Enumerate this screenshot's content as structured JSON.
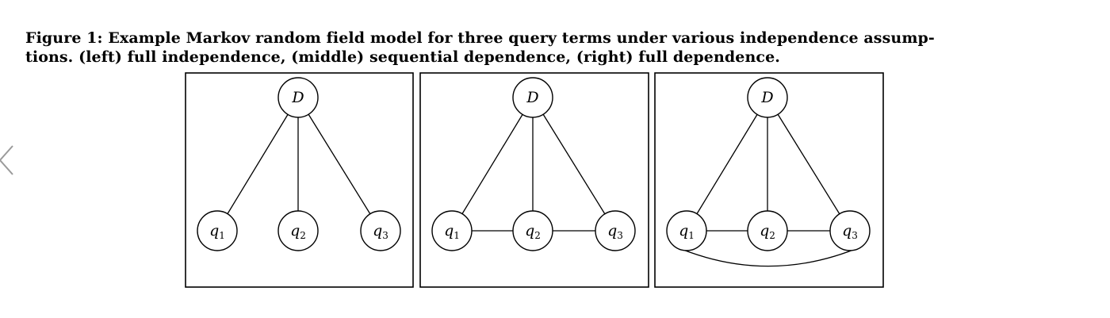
{
  "figure": {
    "caption_line1": "Figure 1: Example Markov random field model for three query terms under various independence assump-",
    "caption_line2": "tions. (left) full independence, (middle) sequential dependence, (right) full dependence."
  },
  "nodes": {
    "d": "D",
    "q1": {
      "base": "q",
      "sub": "1"
    },
    "q2": {
      "base": "q",
      "sub": "2"
    },
    "q3": {
      "base": "q",
      "sub": "3"
    }
  },
  "panels": [
    {
      "id": "full-independence",
      "edges": [
        [
          "D",
          "q1"
        ],
        [
          "D",
          "q2"
        ],
        [
          "D",
          "q3"
        ]
      ]
    },
    {
      "id": "sequential-dependence",
      "edges": [
        [
          "D",
          "q1"
        ],
        [
          "D",
          "q2"
        ],
        [
          "D",
          "q3"
        ],
        [
          "q1",
          "q2"
        ],
        [
          "q2",
          "q3"
        ]
      ]
    },
    {
      "id": "full-dependence",
      "edges": [
        [
          "D",
          "q1"
        ],
        [
          "D",
          "q2"
        ],
        [
          "D",
          "q3"
        ],
        [
          "q1",
          "q2"
        ],
        [
          "q2",
          "q3"
        ],
        [
          "q1",
          "q3"
        ]
      ]
    }
  ],
  "colors": {
    "stroke": "#000000",
    "background": "#ffffff"
  }
}
